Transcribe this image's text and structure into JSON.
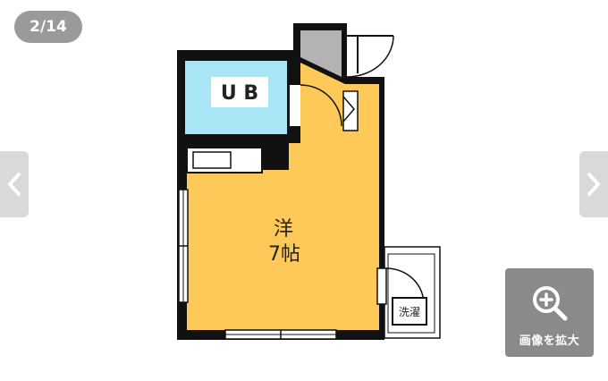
{
  "gallery": {
    "counter": "2/14",
    "prev_icon": "chevron-left-icon",
    "next_icon": "chevron-right-icon",
    "zoom_icon": "zoom-in-icon",
    "zoom_label": "画像を拡大"
  },
  "floor_plan": {
    "bath_label": "U B",
    "room_type": "洋",
    "room_size": "7帖",
    "laundry_label": "洗濯"
  },
  "colors": {
    "room_fill": "#ffc95a",
    "bath_fill": "#a8e6f5",
    "entry_fill": "#b3b3b3",
    "wall": "#111111",
    "overlay_button": "#8a8a8a",
    "nav_button": "#d9d9d9",
    "counter_pill": "#9a9a9a"
  }
}
